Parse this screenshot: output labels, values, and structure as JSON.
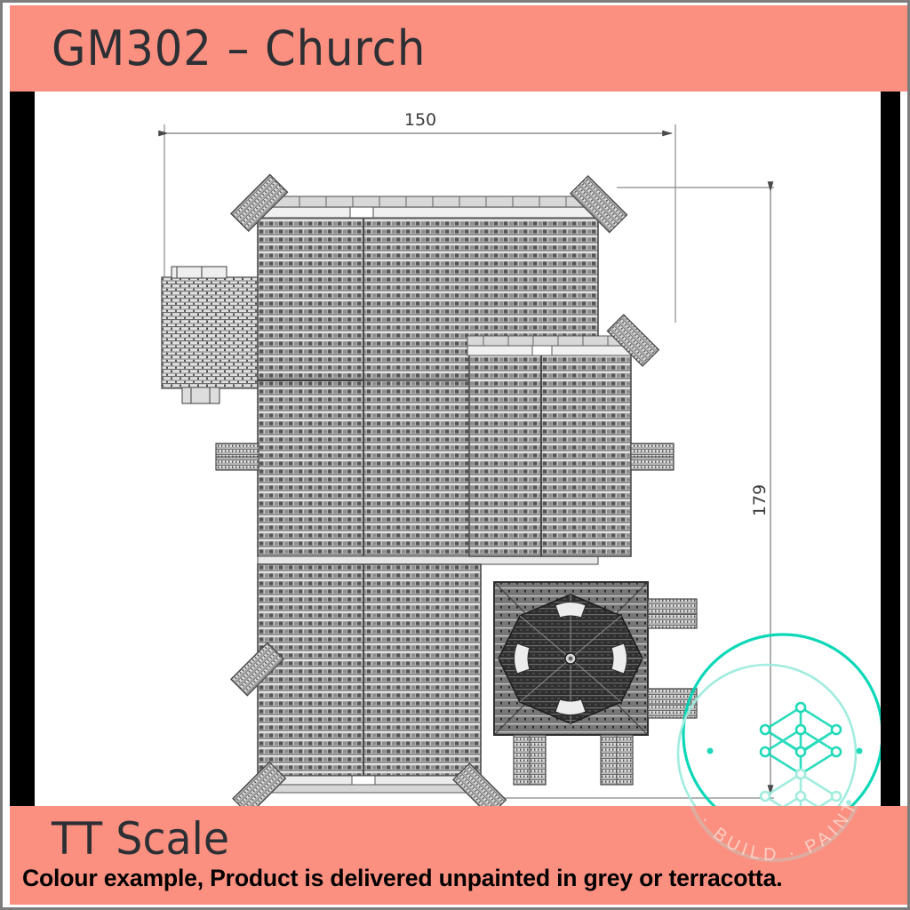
{
  "header": {
    "title": "GM302 – Church",
    "background_color": "#fb9081"
  },
  "footer": {
    "scale_label": "TT Scale",
    "disclaimer": "Colour example, Product is delivered unpainted in grey or terracotta.",
    "background_color": "#fb9081",
    "watermark_text": "NT · BUILD · PAINT · REP"
  },
  "drawing": {
    "dimensions": {
      "width_label": "150",
      "height_label": "179"
    },
    "line_color": "#6f6f6f",
    "hatch_dark": "#4a4a4a",
    "hatch_light": "#d0d0d0",
    "tower_fill": "#3a3a3a"
  },
  "watermark": {
    "circle_color": "#00d6b4",
    "node_color": "#14d9b6",
    "node_color_faded": "#9debdd",
    "ring_text": "NT · BUILD · PAINT · REP"
  },
  "colors": {
    "salmon": "#fb9081",
    "frame_gray": "#7d7d7d",
    "black_bar": "#000000",
    "text_dark": "#2c2f33"
  }
}
